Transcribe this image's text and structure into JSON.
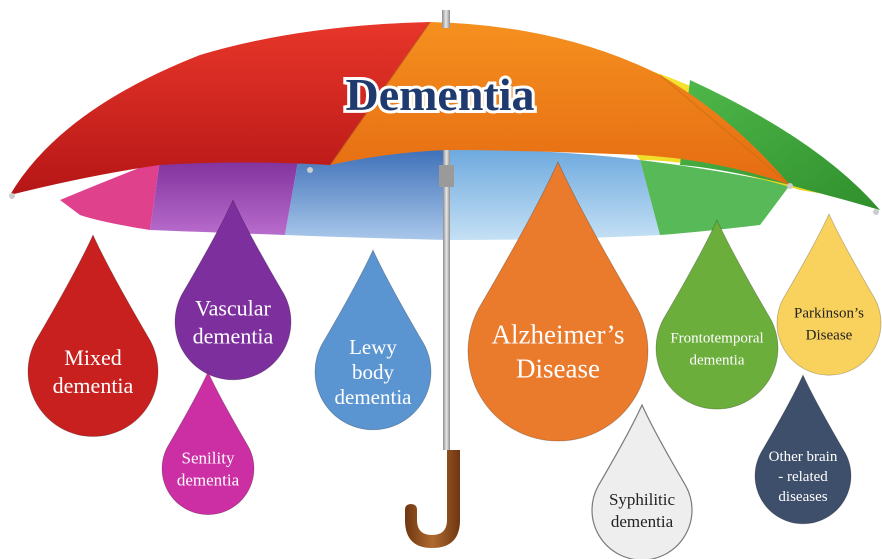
{
  "title": "Dementia",
  "drops": [
    {
      "id": "mixed",
      "lines": [
        "Mixed",
        "dementia"
      ],
      "color": "#c8201f"
    },
    {
      "id": "vascular",
      "lines": [
        "Vascular",
        "dementia"
      ],
      "color": "#7d2f9e"
    },
    {
      "id": "senility",
      "lines": [
        "Senility",
        "dementia"
      ],
      "color": "#cc2ea4"
    },
    {
      "id": "lewy",
      "lines": [
        "Lewy",
        "body",
        "dementia"
      ],
      "color": "#5b95d1"
    },
    {
      "id": "alzheimers",
      "lines": [
        "Alzheimer’s",
        "Disease"
      ],
      "color": "#ea7a2c"
    },
    {
      "id": "syphilitic",
      "lines": [
        "Syphilitic",
        "dementia"
      ],
      "color": "#eeeeee"
    },
    {
      "id": "frontotemporal",
      "lines": [
        "Frontotemporal",
        "dementia"
      ],
      "color": "#6cae3c"
    },
    {
      "id": "parkinsons",
      "lines": [
        "Parkinson’s",
        "Disease"
      ],
      "color": "#f8d25c"
    },
    {
      "id": "other",
      "lines": [
        "Other brain",
        "- related",
        "diseases"
      ],
      "color": "#3d4f6a"
    }
  ],
  "umbrella": {
    "canopy_colors": [
      "#d8241f",
      "#ef7d1a",
      "#f4e020",
      "#3ea33a"
    ],
    "underside_colors": [
      "#e0418c",
      "#8f3aa8",
      "#4f7fc4",
      "#86c0e8",
      "#57b957"
    ],
    "handle_color": "#8a4a1e"
  }
}
